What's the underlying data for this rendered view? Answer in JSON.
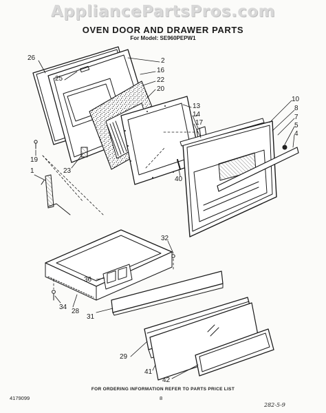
{
  "watermark": "AppliancePartsPros.com",
  "title": "OVEN DOOR AND DRAWER PARTS",
  "subtitle": "For Model: SE960PEPW1",
  "callouts": {
    "c26": "26",
    "c2": "2",
    "c16": "16",
    "c25": "25",
    "c22": "22",
    "c20": "20",
    "c13": "13",
    "c14": "14",
    "c17": "17",
    "c10": "10",
    "c8": "8",
    "c7": "7",
    "c5": "5",
    "c4": "4",
    "c19": "19",
    "c1": "1",
    "c23": "23",
    "c40": "40",
    "c32": "32",
    "c36": "36",
    "c34": "34",
    "c28": "28",
    "c31": "31",
    "c29": "29",
    "c41": "41",
    "c42": "42"
  },
  "footer": {
    "note": "FOR ORDERING INFORMATION REFER TO PARTS PRICE LIST",
    "left_code": "4179099",
    "page_number": "8",
    "handwritten": "282-5-9"
  }
}
